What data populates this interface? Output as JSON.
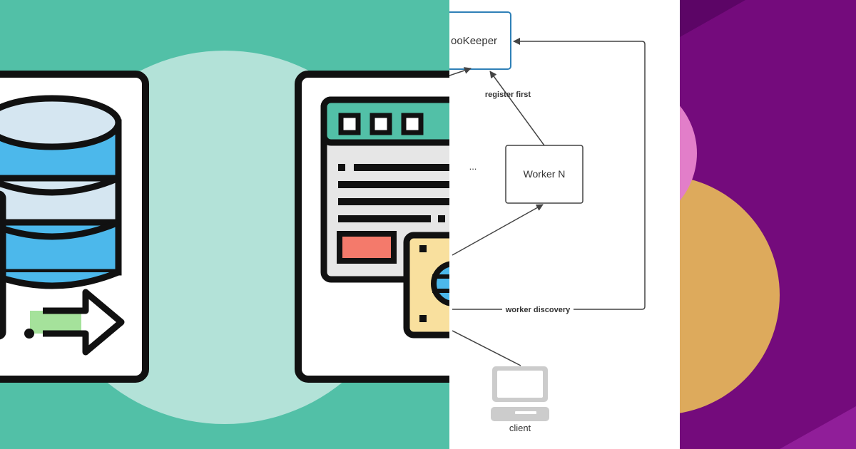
{
  "diagram": {
    "nodes": {
      "zookeeper": {
        "label": "ooKeeper"
      },
      "worker_n": {
        "label": "Worker N"
      },
      "ellipsis": {
        "label": "..."
      },
      "client": {
        "label": "client"
      }
    },
    "edges": {
      "register_first": {
        "label": "register first"
      },
      "worker_discovery": {
        "label": "worker discovery"
      }
    }
  },
  "colors": {
    "teal_background": "#52c0a7",
    "light_circle": "#b3e2d8",
    "db_blue": "#4cb8eb",
    "db_light": "#d5e6f1",
    "browser_header": "#52c0a7",
    "browser_button": "#f47a6b",
    "globe_card": "#f9e09e",
    "arrow_green": "#a5e29b",
    "zookeeper_border": "#2f80b7",
    "purple_background": "#740b7c",
    "orange_circle": "#ddaa5c",
    "pink_circle": "#e27ec9"
  }
}
